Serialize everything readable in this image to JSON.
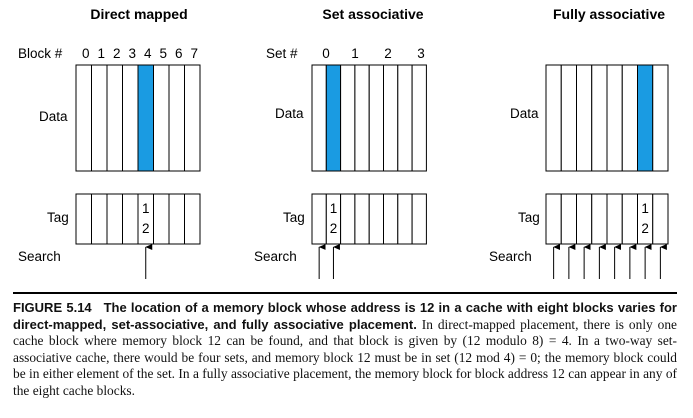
{
  "titles": {
    "direct": "Direct mapped",
    "set": "Set associative",
    "fully": "Fully associative"
  },
  "labels": {
    "block_num": "Block #",
    "set_num": "Set #",
    "data": "Data",
    "tag": "Tag",
    "search": "Search"
  },
  "direct": {
    "block_numbers": [
      "0",
      "1",
      "2",
      "3",
      "4",
      "5",
      "6",
      "7"
    ],
    "highlight_index": 4,
    "tag_digits": [
      "1",
      "2"
    ]
  },
  "set_assoc": {
    "set_numbers": [
      "0",
      "1",
      "2",
      "3"
    ],
    "highlight_index": 1,
    "tag_digits": [
      "1",
      "2"
    ]
  },
  "fully": {
    "highlight_index": 6,
    "tag_digits": [
      "1",
      "2"
    ]
  },
  "colors": {
    "highlight": "#1a9be2",
    "line": "#000000"
  },
  "caption": {
    "figure_label": "FIGURE 5.14",
    "title": "The location of a memory block whose address is 12 in a cache with eight blocks varies for direct-mapped, set-associative, and fully associative placement.",
    "body": "In direct-mapped placement, there is only one cache block where memory block 12 can be found, and that block is given by (12 modulo 8) = 4. In a two-way set-associative cache, there would be four sets, and memory block 12 must be in set (12 mod 4) = 0; the memory block could be in either element of the set. In a fully associative placement, the memory block for block address 12 can appear in any of the eight cache blocks."
  }
}
